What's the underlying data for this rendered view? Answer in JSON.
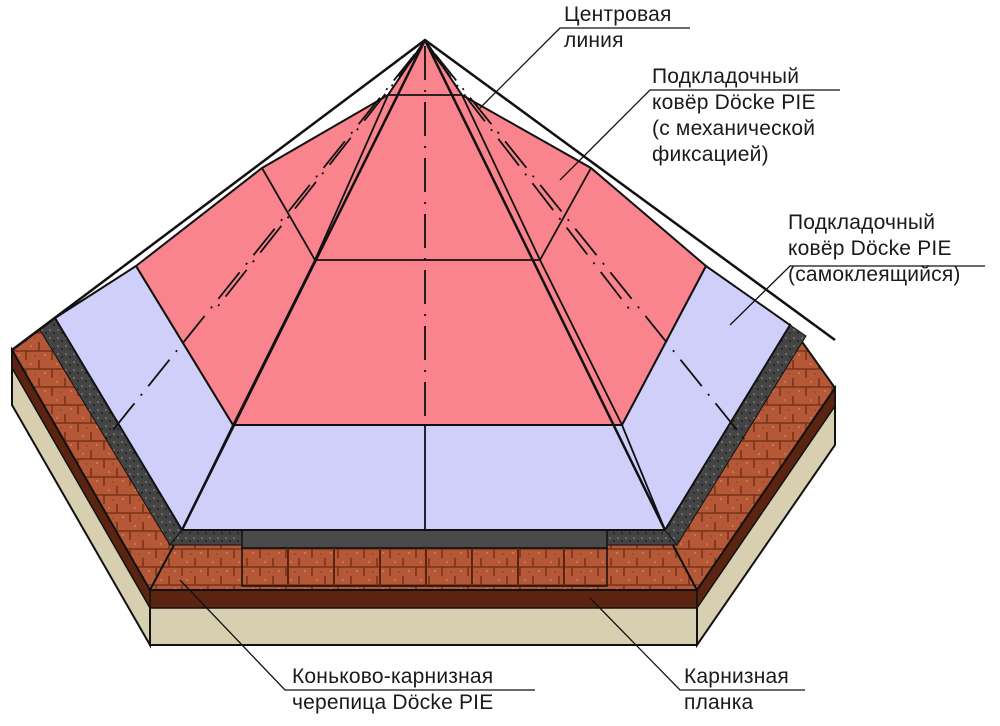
{
  "labels": {
    "center_line": [
      "Центровая",
      "линия"
    ],
    "underlay_mech": [
      "Подкладочный",
      "ковёр Döcke PIE",
      "(с механической",
      "фиксацией)"
    ],
    "underlay_self": [
      "Подкладочный",
      "ковёр Döcke PIE",
      "(самоклеящийся)"
    ],
    "ridge_eave": [
      "Коньково-карнизная",
      "черепица Döcke PIE"
    ],
    "eave_strip": [
      "Карнизная",
      "планка"
    ]
  },
  "colors": {
    "red_membrane": "#f9848d",
    "lilac_membrane": "#cfcffa",
    "brick": "#b45838",
    "brick_dark": "#6b2a14",
    "fascia": "#d8cfb0",
    "outline": "#111111",
    "black_strip": "#3b3b3b"
  }
}
